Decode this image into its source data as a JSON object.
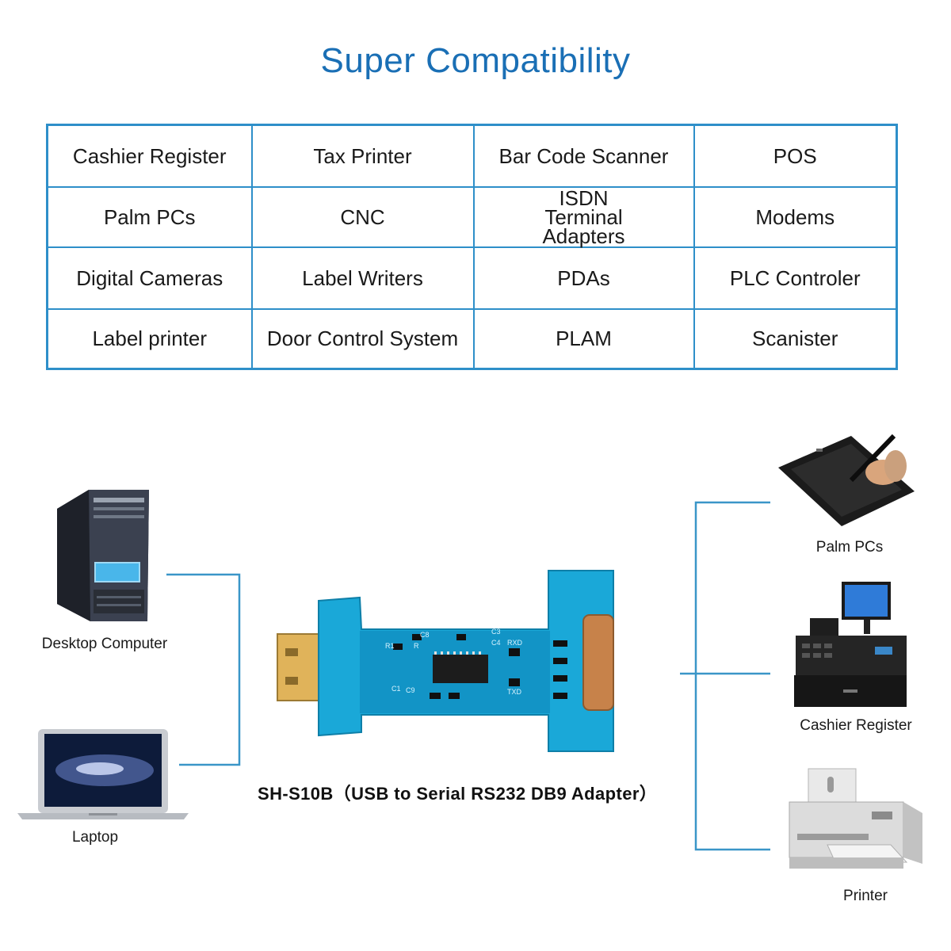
{
  "title": "Super Compatibility",
  "table": [
    [
      "Cashier Register",
      "Tax Printer",
      "Bar Code Scanner",
      "POS"
    ],
    [
      "Palm PCs",
      "CNC",
      "ISDN Terminal Adapters",
      "Modems"
    ],
    [
      "Digital Cameras",
      "Label Writers",
      "PDAs",
      "PLC Controler"
    ],
    [
      "Label printer",
      "Door Control System",
      "PLAM",
      "Scanister"
    ]
  ],
  "left_devices": {
    "desktop": "Desktop Computer",
    "laptop": "Laptop"
  },
  "right_devices": {
    "palm": "Palm PCs",
    "register": "Cashier Register",
    "printer": "Printer"
  },
  "adapter": {
    "caption": "SH-S10B（USB to Serial RS232 DB9 Adapter）",
    "pcb_labels": [
      "R1",
      "C8",
      "C3",
      "RXD",
      "C4",
      "TXD",
      "C1",
      "C9",
      "R"
    ]
  },
  "colors": {
    "accent": "#2e8fc9",
    "title": "#1a6fb5",
    "adapter_shell": "#1aa8d8"
  }
}
